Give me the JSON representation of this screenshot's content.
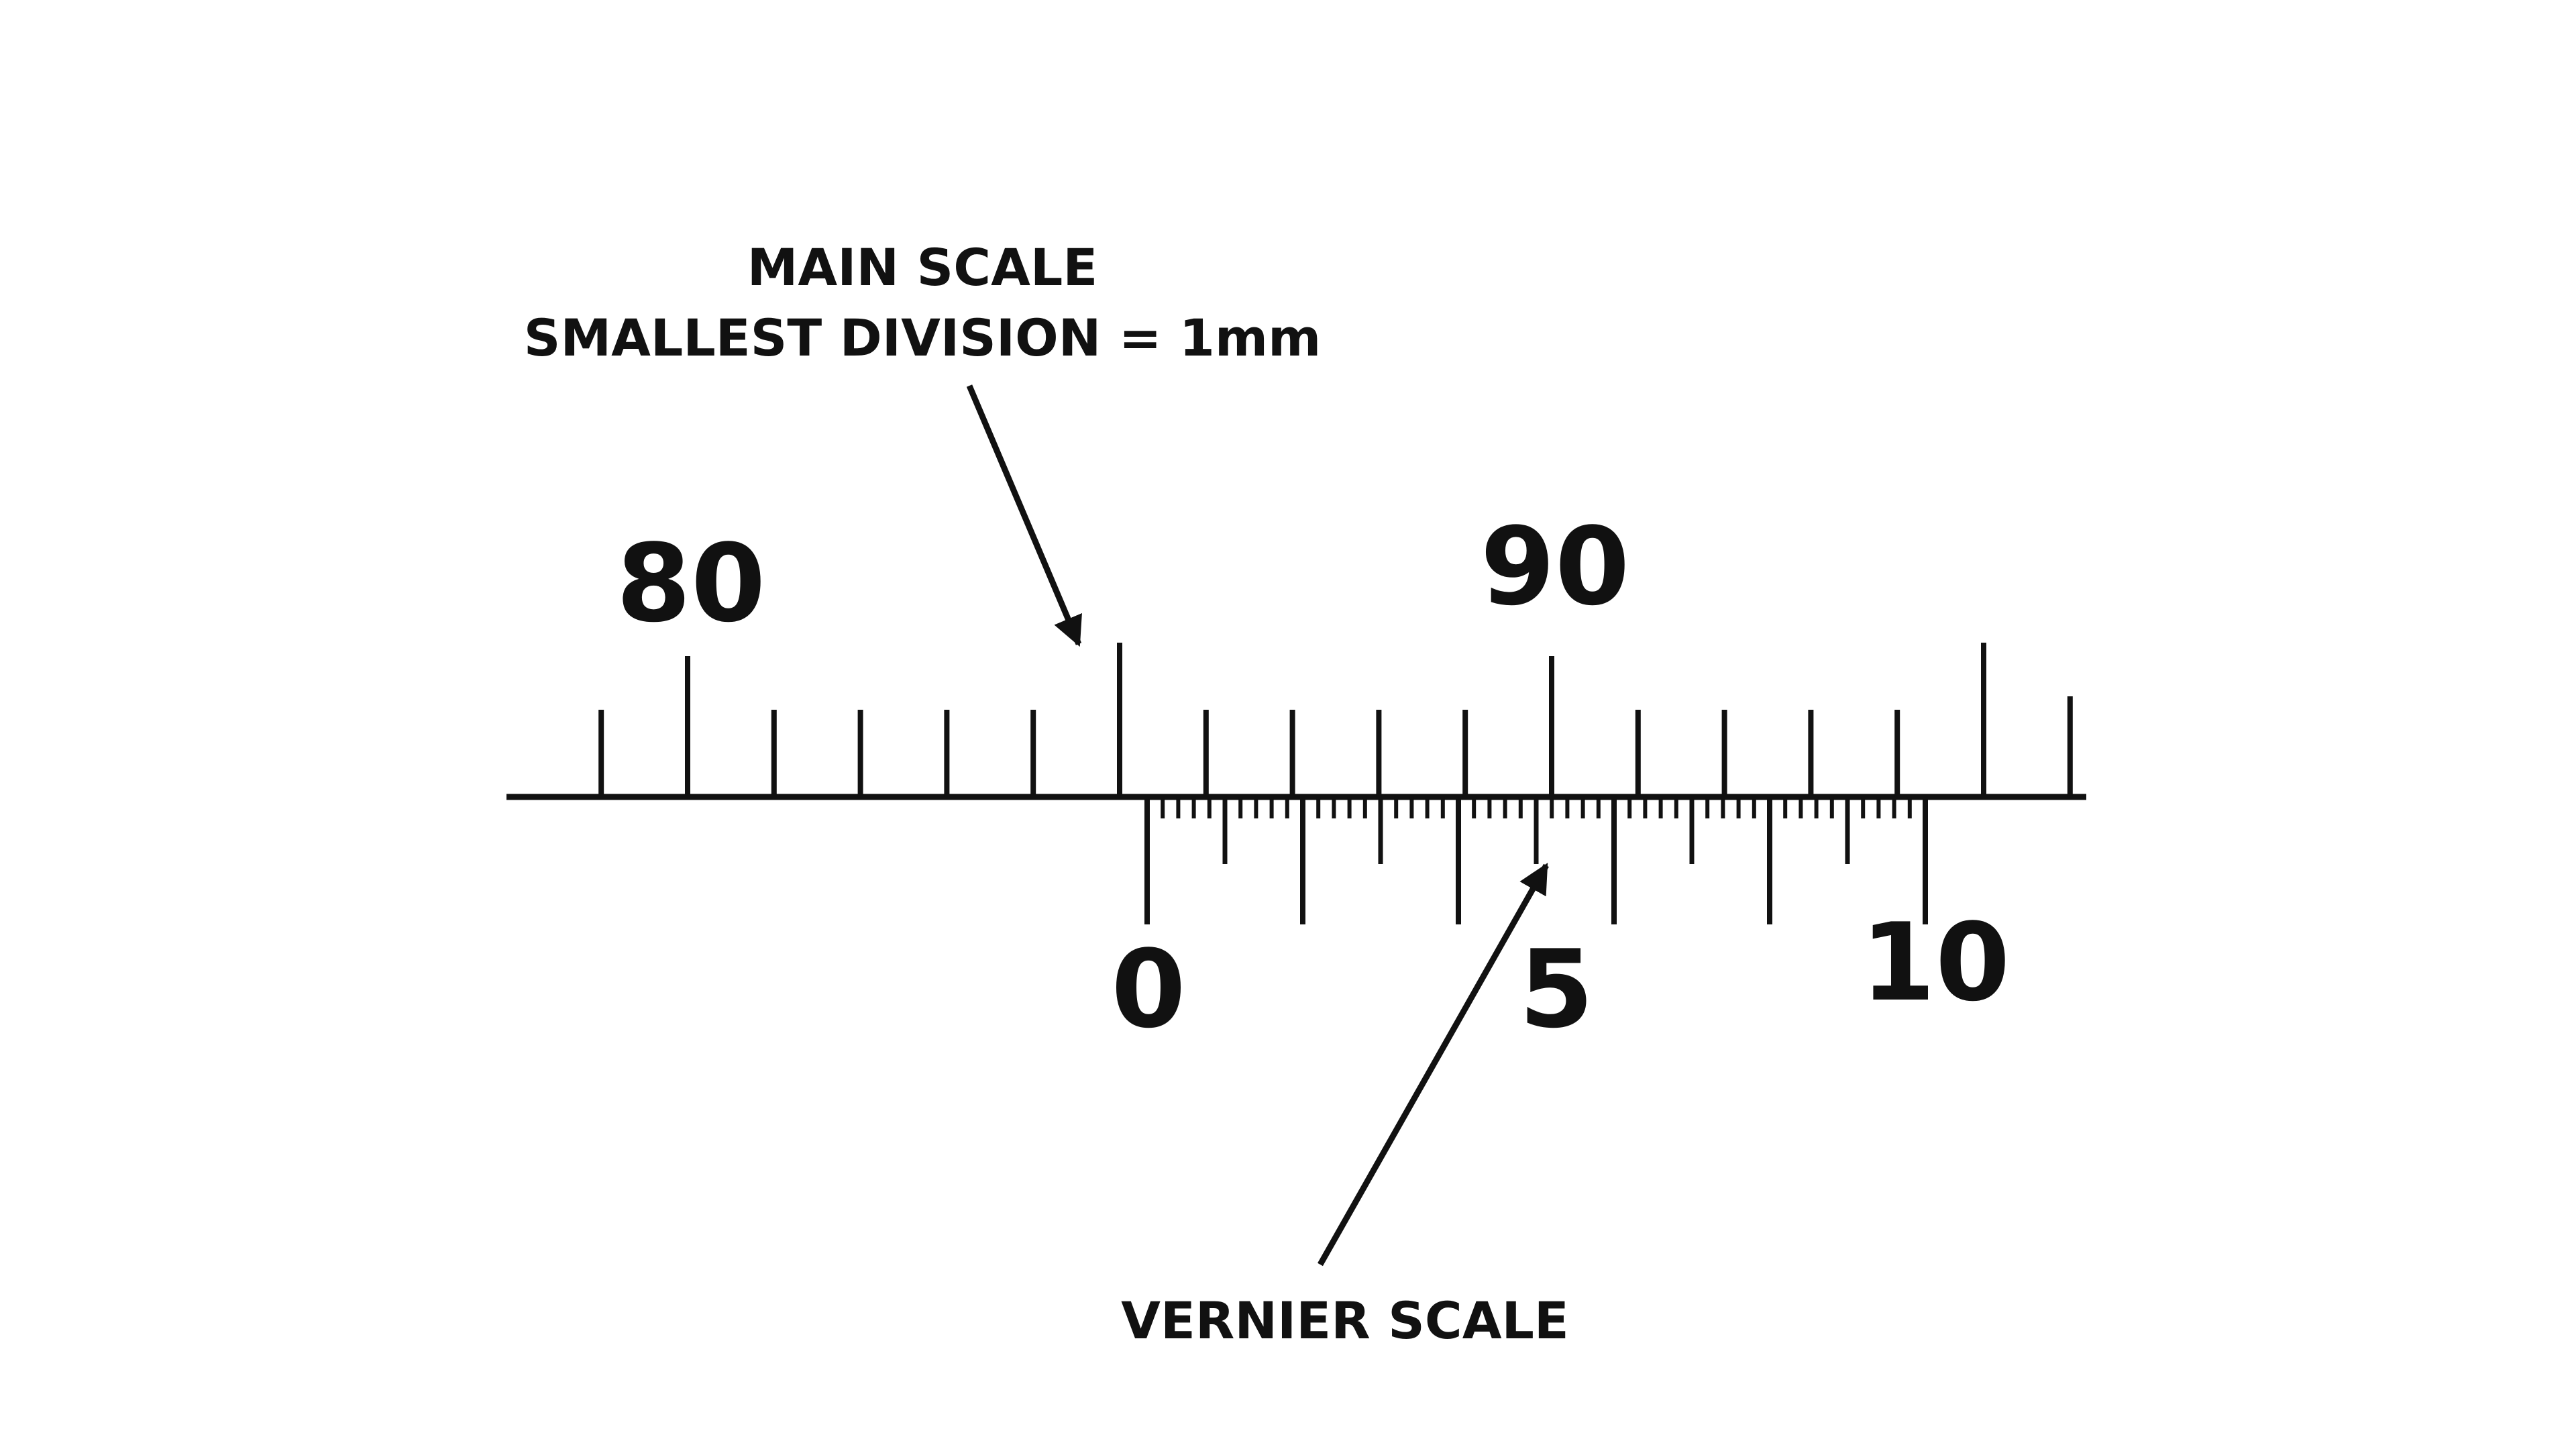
{
  "main_scale": {
    "caption_line1": "MAIN SCALE",
    "caption_line2": "SMALLEST DIVISION = 1mm",
    "labels": [
      {
        "value": 80,
        "text": "80"
      },
      {
        "value": 90,
        "text": "90"
      }
    ],
    "visible_range_mm": [
      78.5,
      96.5
    ]
  },
  "vernier_scale": {
    "caption": "VERNIER SCALE",
    "labels": [
      {
        "index": 0,
        "text": "0"
      },
      {
        "index": 5,
        "text": "5"
      },
      {
        "index": 10,
        "text": "10"
      }
    ],
    "divisions": 50,
    "zero_at_mm": 85.2
  },
  "colors": {
    "ink": "#111111",
    "background": "#ffffff"
  }
}
